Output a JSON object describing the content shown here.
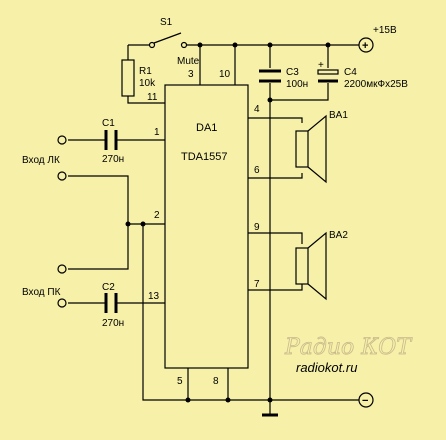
{
  "chip": {
    "ref": "DA1",
    "part": "TDA1557"
  },
  "pins": {
    "p1": "1",
    "p2": "2",
    "p3": "3",
    "p4": "4",
    "p5": "5",
    "p6": "6",
    "p7": "7",
    "p8": "8",
    "p9": "9",
    "p10": "10",
    "p11": "11",
    "p13": "13"
  },
  "switch": {
    "ref": "S1",
    "label": "Mute"
  },
  "r1": {
    "ref": "R1",
    "value": "10k"
  },
  "c1": {
    "ref": "C1",
    "value": "270н"
  },
  "c2": {
    "ref": "C2",
    "value": "270н"
  },
  "c3": {
    "ref": "C3",
    "value": "100н"
  },
  "c4": {
    "ref": "C4",
    "value": "2200мкФх25В"
  },
  "speakers": {
    "ba1": "BA1",
    "ba2": "BA2"
  },
  "inputs": {
    "left": "Вход ЛК",
    "right": "Вход ПК"
  },
  "power": {
    "plus_label": "+15В",
    "plus_symbol": "+",
    "minus_symbol": "−"
  },
  "logo": {
    "title": "Радио КОТ",
    "url": "radiokot.ru"
  },
  "colors": {
    "background": "#f6f0a9",
    "ink": "#000000"
  }
}
